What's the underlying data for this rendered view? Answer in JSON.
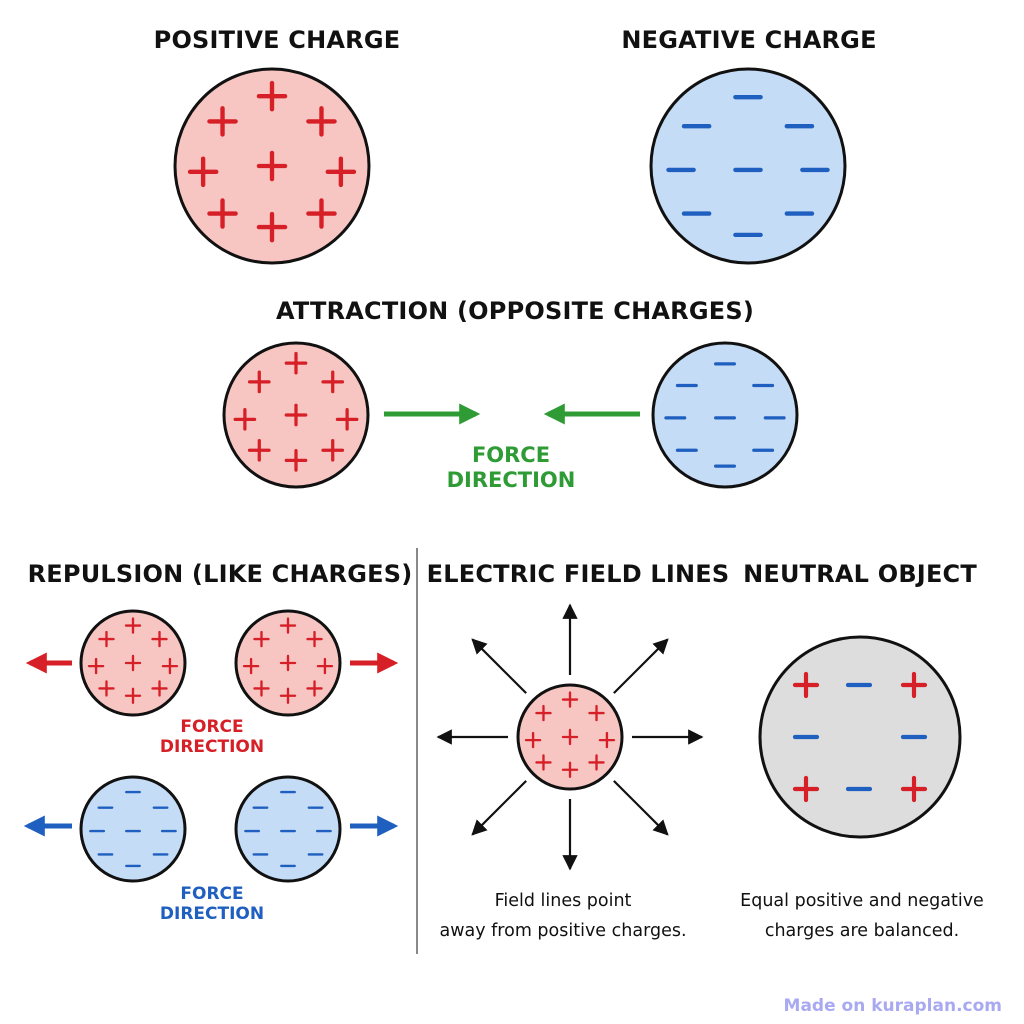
{
  "titles": {
    "positive": "POSITIVE CHARGE",
    "negative": "NEGATIVE CHARGE",
    "attraction": "ATTRACTION (OPPOSITE CHARGES)",
    "repulsion": "REPULSION (LIKE CHARGES)",
    "field_lines": "ELECTRIC FIELD LINES",
    "neutral": "NEUTRAL OBJECT"
  },
  "attraction": {
    "force_label": [
      "FORCE",
      "DIRECTION"
    ]
  },
  "repulsion": {
    "positive_force_label": [
      "FORCE",
      "DIRECTION"
    ],
    "negative_force_label": [
      "FORCE",
      "DIRECTION"
    ]
  },
  "field_lines": {
    "caption": [
      "Field lines point",
      "away from positive charges."
    ]
  },
  "neutral": {
    "caption": [
      "Equal positive and negative",
      "charges are balanced."
    ]
  },
  "symbols": {
    "plus": "+",
    "minus": "−"
  },
  "colors": {
    "positive_fill": "#f7c6c3",
    "positive_symbol": "#d61f26",
    "negative_fill": "#c5dcf6",
    "negative_symbol": "#1f5fbf",
    "neutral_fill": "#dddddd",
    "attraction_arrow": "#2f9b35",
    "repulsion_positive_arrow": "#d61f26",
    "repulsion_negative_arrow": "#1f5fbf",
    "field_arrow": "#111111",
    "outline": "#111111",
    "divider": "#888888"
  },
  "footer": {
    "watermark": "Made on kuraplan.com"
  }
}
